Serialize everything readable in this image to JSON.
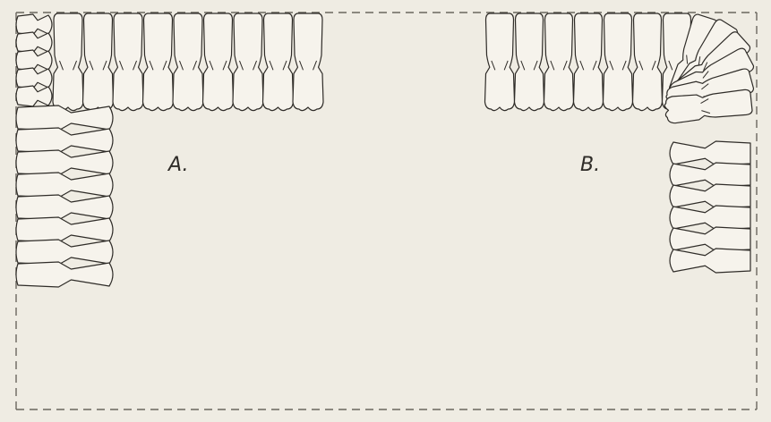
{
  "figure": {
    "panels": [
      {
        "id": "A",
        "label": "A."
      },
      {
        "id": "B",
        "label": "B."
      }
    ],
    "colors": {
      "ink": "#2f2c28",
      "paper": "#efece3",
      "tooth_fill": "#f6f3ec",
      "border": "#6a665e"
    }
  }
}
